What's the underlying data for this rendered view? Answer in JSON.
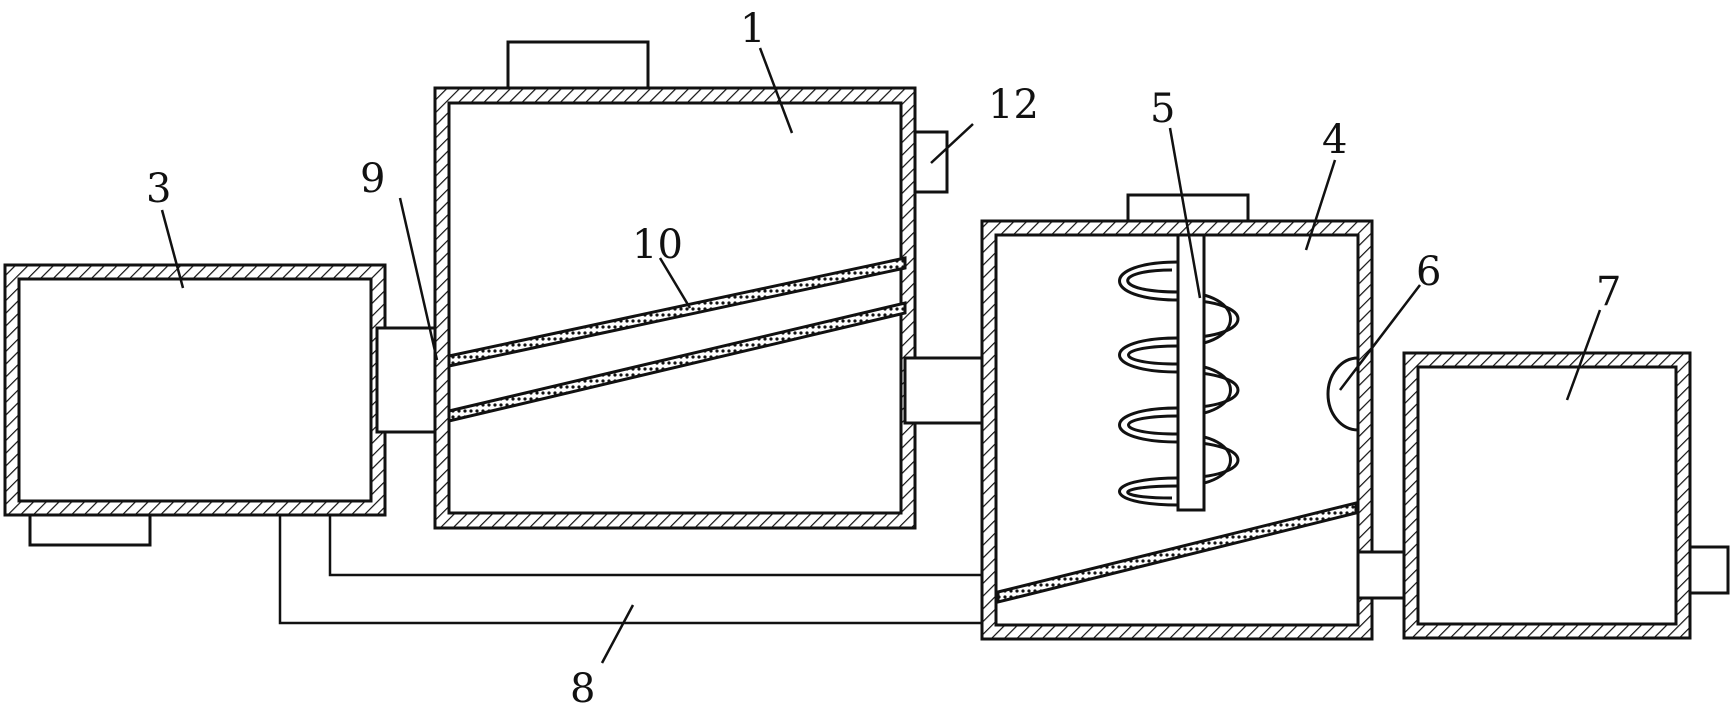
{
  "labels": {
    "l1": "1",
    "l3": "3",
    "l4": "4",
    "l5": "5",
    "l6": "6",
    "l7": "7",
    "l8": "8",
    "l9": "9",
    "l10": "10",
    "l12": "12"
  }
}
